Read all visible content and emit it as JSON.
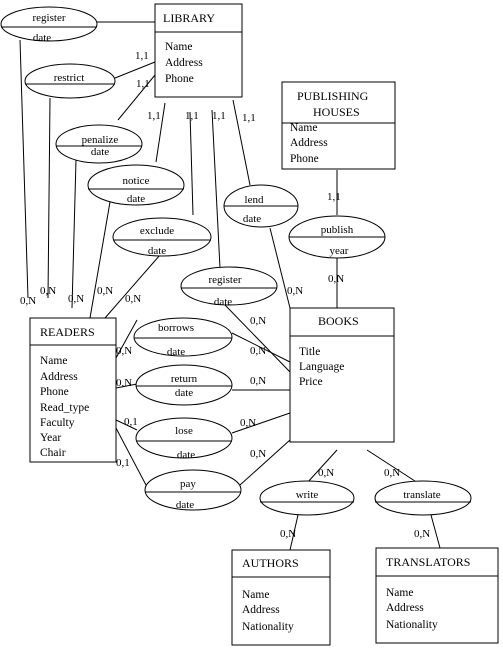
{
  "entities": {
    "library": {
      "name": "LIBRARY",
      "attributes": [
        "Name",
        "Address",
        "Phone"
      ]
    },
    "publishing": {
      "name_lines": [
        "PUBLISHING",
        "HOUSES"
      ],
      "attributes": [
        "Name",
        "Address",
        "Phone"
      ]
    },
    "readers": {
      "name": "READERS",
      "attributes": [
        "Name",
        "Address",
        "Phone",
        "Read_type",
        "Faculty",
        "Year",
        "Chair"
      ]
    },
    "books": {
      "name": "BOOKS",
      "attributes": [
        "Title",
        "Language",
        "Price"
      ]
    },
    "authors": {
      "name": "AUTHORS",
      "attributes": [
        "Name",
        "Address",
        "Nationality"
      ]
    },
    "translators": {
      "name": "TRANSLATORS",
      "attributes": [
        "Name",
        "Address",
        "Nationality"
      ]
    }
  },
  "relationships": {
    "register_top": {
      "name": "register",
      "attr": "date"
    },
    "restrict": {
      "name": "restrict",
      "attr": ""
    },
    "penalize": {
      "name": "penalize",
      "attr": "date"
    },
    "notice": {
      "name": "notice",
      "attr": "date"
    },
    "exclude": {
      "name": "exclude",
      "attr": "date"
    },
    "lend": {
      "name": "lend",
      "attr": "date"
    },
    "register_mid": {
      "name": "register",
      "attr": "date"
    },
    "publish": {
      "name": "publish",
      "attr": "year"
    },
    "borrows": {
      "name": "borrows",
      "attr": "date"
    },
    "return": {
      "name": "return",
      "attr": "date"
    },
    "lose": {
      "name": "lose",
      "attr": "date"
    },
    "pay": {
      "name": "pay",
      "attr": "date"
    },
    "write": {
      "name": "write",
      "attr": ""
    },
    "translate": {
      "name": "translate",
      "attr": ""
    }
  },
  "cardinalities": {
    "lib_restrict": "1,1",
    "lib_penalize": "1,1",
    "lib_notice": "1,1",
    "lib_exclude": "1,1",
    "lib_register": "1,1",
    "lib_lend": "1,1",
    "rd_a": "0,N",
    "rd_b": "0,N",
    "rd_c": "0,N",
    "rd_d": "0,N",
    "rd_e": "0,N",
    "bk_lend": "0,N",
    "bk_register": "0,N",
    "pub_publish": "1,1",
    "bk_publish": "0,N",
    "rd_borrows": "0,N",
    "bk_borrows": "0,N",
    "rd_return": "0,N",
    "bk_return": "0,N",
    "rd_lose": "0,1",
    "bk_lose": "0,N",
    "rd_pay": "0,1",
    "bk_pay": "0,N",
    "bk_write": "0,N",
    "bk_translate": "0,N",
    "au_write": "0,N",
    "tr_translate": "0,N"
  }
}
